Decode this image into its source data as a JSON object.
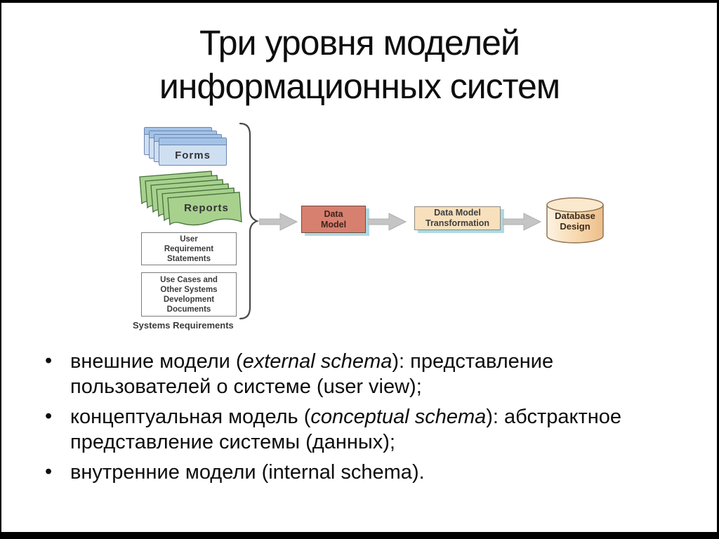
{
  "title": {
    "line1": "Три уровня моделей",
    "line2": "информационных систем"
  },
  "diagram": {
    "forms_label": "Forms",
    "reports_label": "Reports",
    "user_requirements_box": [
      "User",
      "Requirement",
      "Statements"
    ],
    "use_cases_box": [
      "Use Cases and",
      "Other Systems",
      "Development",
      "Documents"
    ],
    "systems_requirements_label": "Systems Requirements",
    "data_model_box": [
      "Data",
      "Model"
    ],
    "transformation_box": [
      "Data Model",
      "Transformation"
    ],
    "database_design": [
      "Database",
      "Design"
    ]
  },
  "bullets": [
    {
      "parts": [
        {
          "text": "внешние модели (",
          "italic": false
        },
        {
          "text": "external schema",
          "italic": true
        },
        {
          "text": "): представление пользователей о системе (user view);",
          "italic": false
        }
      ]
    },
    {
      "parts": [
        {
          "text": "концептуальная модель (",
          "italic": false
        },
        {
          "text": "conceptual schema",
          "italic": true
        },
        {
          "text": "): абстрактное представление системы (данных);",
          "italic": false
        }
      ]
    },
    {
      "parts": [
        {
          "text": "внутренние модели (internal schema).",
          "italic": false
        }
      ]
    }
  ],
  "colors": {
    "forms_body": "#cfdff2",
    "forms_header": "#a3c3e6",
    "forms_border": "#6c84b0",
    "reports_fill": "#a8d18e",
    "reports_border": "#44703a",
    "data_model_fill": "#d8806f",
    "data_model_border": "#6a4a42",
    "transform_fill": "#f8e0bd",
    "transform_border": "#8f8a7c",
    "shadow_teal": "#aed9e1",
    "arrow_gray": "#c5c5c5",
    "box_border": "#7b7b7b",
    "diagram_text": "#3b3b3b",
    "brace": "#4a4a4a"
  }
}
